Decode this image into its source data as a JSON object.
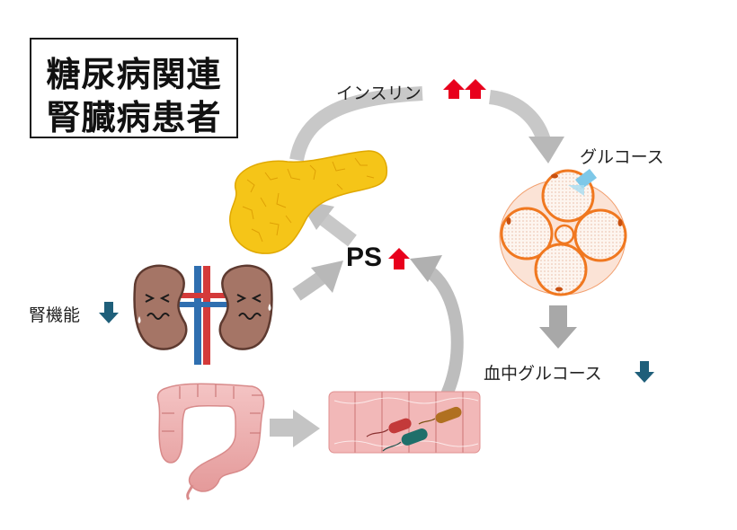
{
  "title": {
    "line1": "糖尿病関連",
    "line2": "腎臓病患者"
  },
  "labels": {
    "insulin": "インスリン",
    "glucose": "グルコース",
    "blood_glucose": "血中グルコース",
    "kidney_function": "腎機能",
    "ps": "PS"
  },
  "colors": {
    "increase_arrow": "#e8001c",
    "decrease_arrow": "#1f5f7a",
    "flow_arrow": "#bdbdbd",
    "pancreas": "#f5c518",
    "kidney": "#a57566",
    "intestine": "#e8a0a0",
    "cell_outline": "#f07820"
  },
  "indicators": {
    "insulin": "increase-increase",
    "ps": "increase",
    "kidney_function": "decrease",
    "blood_glucose": "decrease"
  }
}
